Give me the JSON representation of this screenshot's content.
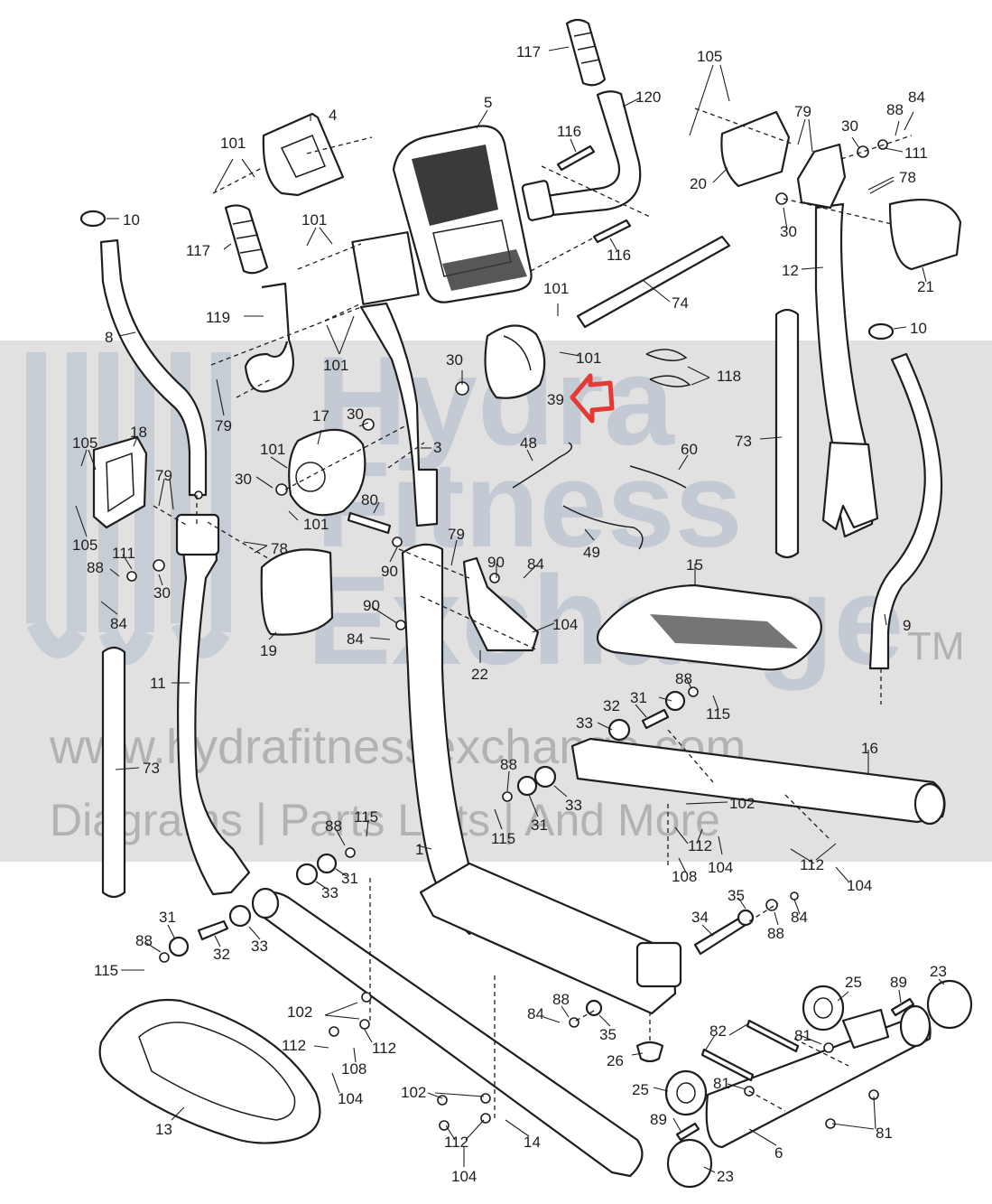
{
  "diagram": {
    "callouts": [
      {
        "id": "c117a",
        "text": "117"
      },
      {
        "id": "c120",
        "text": "120"
      },
      {
        "id": "c5",
        "text": "5"
      },
      {
        "id": "c4",
        "text": "4"
      },
      {
        "id": "c101a",
        "text": "101"
      },
      {
        "id": "c116a",
        "text": "116"
      },
      {
        "id": "c105a",
        "text": "105"
      },
      {
        "id": "c79a",
        "text": "79"
      },
      {
        "id": "c88a",
        "text": "88"
      },
      {
        "id": "c84a",
        "text": "84"
      },
      {
        "id": "c30a",
        "text": "30"
      },
      {
        "id": "c111a",
        "text": "111"
      },
      {
        "id": "c20",
        "text": "20"
      },
      {
        "id": "c78a",
        "text": "78"
      },
      {
        "id": "c10a",
        "text": "10"
      },
      {
        "id": "c101b",
        "text": "101"
      },
      {
        "id": "c30b",
        "text": "30"
      },
      {
        "id": "c116b",
        "text": "116"
      },
      {
        "id": "c21",
        "text": "21"
      },
      {
        "id": "c117b",
        "text": "117"
      },
      {
        "id": "c12",
        "text": "12"
      },
      {
        "id": "c74",
        "text": "74"
      },
      {
        "id": "c119",
        "text": "119"
      },
      {
        "id": "c101c",
        "text": "101"
      },
      {
        "id": "c8",
        "text": "8"
      },
      {
        "id": "c101d",
        "text": "101"
      },
      {
        "id": "c10b",
        "text": "10"
      },
      {
        "id": "c79b",
        "text": "79"
      },
      {
        "id": "c30c",
        "text": "30"
      },
      {
        "id": "c101e",
        "text": "101"
      },
      {
        "id": "c118",
        "text": "118"
      },
      {
        "id": "c39",
        "text": "39"
      },
      {
        "id": "c17",
        "text": "17"
      },
      {
        "id": "c30d",
        "text": "30"
      },
      {
        "id": "c73a",
        "text": "73"
      },
      {
        "id": "c18",
        "text": "18"
      },
      {
        "id": "c105b",
        "text": "105"
      },
      {
        "id": "c101f",
        "text": "101"
      },
      {
        "id": "c3",
        "text": "3"
      },
      {
        "id": "c48",
        "text": "48"
      },
      {
        "id": "c60",
        "text": "60"
      },
      {
        "id": "c79c",
        "text": "79"
      },
      {
        "id": "c30e",
        "text": "30"
      },
      {
        "id": "c101g",
        "text": "101"
      },
      {
        "id": "c80",
        "text": "80"
      },
      {
        "id": "c105c",
        "text": "105"
      },
      {
        "id": "c78b",
        "text": "78"
      },
      {
        "id": "c111b",
        "text": "111"
      },
      {
        "id": "c88b",
        "text": "88"
      },
      {
        "id": "c30f",
        "text": "30"
      },
      {
        "id": "c84b",
        "text": "84"
      },
      {
        "id": "c90a",
        "text": "90"
      },
      {
        "id": "c79d",
        "text": "79"
      },
      {
        "id": "c90b",
        "text": "90"
      },
      {
        "id": "c84c",
        "text": "84"
      },
      {
        "id": "c49",
        "text": "49"
      },
      {
        "id": "c15",
        "text": "15"
      },
      {
        "id": "c9",
        "text": "9"
      },
      {
        "id": "c19",
        "text": "19"
      },
      {
        "id": "c90c",
        "text": "90"
      },
      {
        "id": "c84d",
        "text": "84"
      },
      {
        "id": "c104a",
        "text": "104"
      },
      {
        "id": "c22",
        "text": "22"
      },
      {
        "id": "c11",
        "text": "11"
      },
      {
        "id": "c88c",
        "text": "88"
      },
      {
        "id": "c31a",
        "text": "31"
      },
      {
        "id": "c32a",
        "text": "32"
      },
      {
        "id": "c115a",
        "text": "115"
      },
      {
        "id": "c33a",
        "text": "33"
      },
      {
        "id": "c16",
        "text": "16"
      },
      {
        "id": "c73b",
        "text": "73"
      },
      {
        "id": "c88d",
        "text": "88"
      },
      {
        "id": "c33b",
        "text": "33"
      },
      {
        "id": "c31b",
        "text": "31"
      },
      {
        "id": "c102a",
        "text": "102"
      },
      {
        "id": "c115b",
        "text": "115"
      },
      {
        "id": "c88e",
        "text": "88"
      },
      {
        "id": "c115c",
        "text": "115"
      },
      {
        "id": "c112a",
        "text": "112"
      },
      {
        "id": "c104b",
        "text": "104"
      },
      {
        "id": "c108a",
        "text": "108"
      },
      {
        "id": "c112b",
        "text": "112"
      },
      {
        "id": "c104c",
        "text": "104"
      },
      {
        "id": "c1",
        "text": "1"
      },
      {
        "id": "c31c",
        "text": "31"
      },
      {
        "id": "c33c",
        "text": "33"
      },
      {
        "id": "c35a",
        "text": "35"
      },
      {
        "id": "c84e",
        "text": "84"
      },
      {
        "id": "c34",
        "text": "34"
      },
      {
        "id": "c88f",
        "text": "88"
      },
      {
        "id": "c31d",
        "text": "31"
      },
      {
        "id": "c88g",
        "text": "88"
      },
      {
        "id": "c32b",
        "text": "32"
      },
      {
        "id": "c33d",
        "text": "33"
      },
      {
        "id": "c115d",
        "text": "115"
      },
      {
        "id": "c25a",
        "text": "25"
      },
      {
        "id": "c89a",
        "text": "89"
      },
      {
        "id": "c23a",
        "text": "23"
      },
      {
        "id": "c102b",
        "text": "102"
      },
      {
        "id": "c112c",
        "text": "112"
      },
      {
        "id": "c112d",
        "text": "112"
      },
      {
        "id": "c84f",
        "text": "84"
      },
      {
        "id": "c88h",
        "text": "88"
      },
      {
        "id": "c35b",
        "text": "35"
      },
      {
        "id": "c82",
        "text": "82"
      },
      {
        "id": "c81a",
        "text": "81"
      },
      {
        "id": "c108b",
        "text": "108"
      },
      {
        "id": "c26",
        "text": "26"
      },
      {
        "id": "c104d",
        "text": "104"
      },
      {
        "id": "c81b",
        "text": "81"
      },
      {
        "id": "c25b",
        "text": "25"
      },
      {
        "id": "c13",
        "text": "13"
      },
      {
        "id": "c102c",
        "text": "102"
      },
      {
        "id": "c89b",
        "text": "89"
      },
      {
        "id": "c81c",
        "text": "81"
      },
      {
        "id": "c112e",
        "text": "112"
      },
      {
        "id": "c14",
        "text": "14"
      },
      {
        "id": "c6",
        "text": "6"
      },
      {
        "id": "c104e",
        "text": "104"
      },
      {
        "id": "c23b",
        "text": "23"
      }
    ]
  },
  "watermark": {
    "line1": "Hydra",
    "line2": "Fitness",
    "line3": "Exchange",
    "trademark": "TM",
    "website": "www.hydrafitnessexchange.com",
    "tagline": "Diagrams | Parts Lists | And More"
  },
  "highlight": {
    "color": "#e53935",
    "icon": "arrow-left-icon"
  }
}
